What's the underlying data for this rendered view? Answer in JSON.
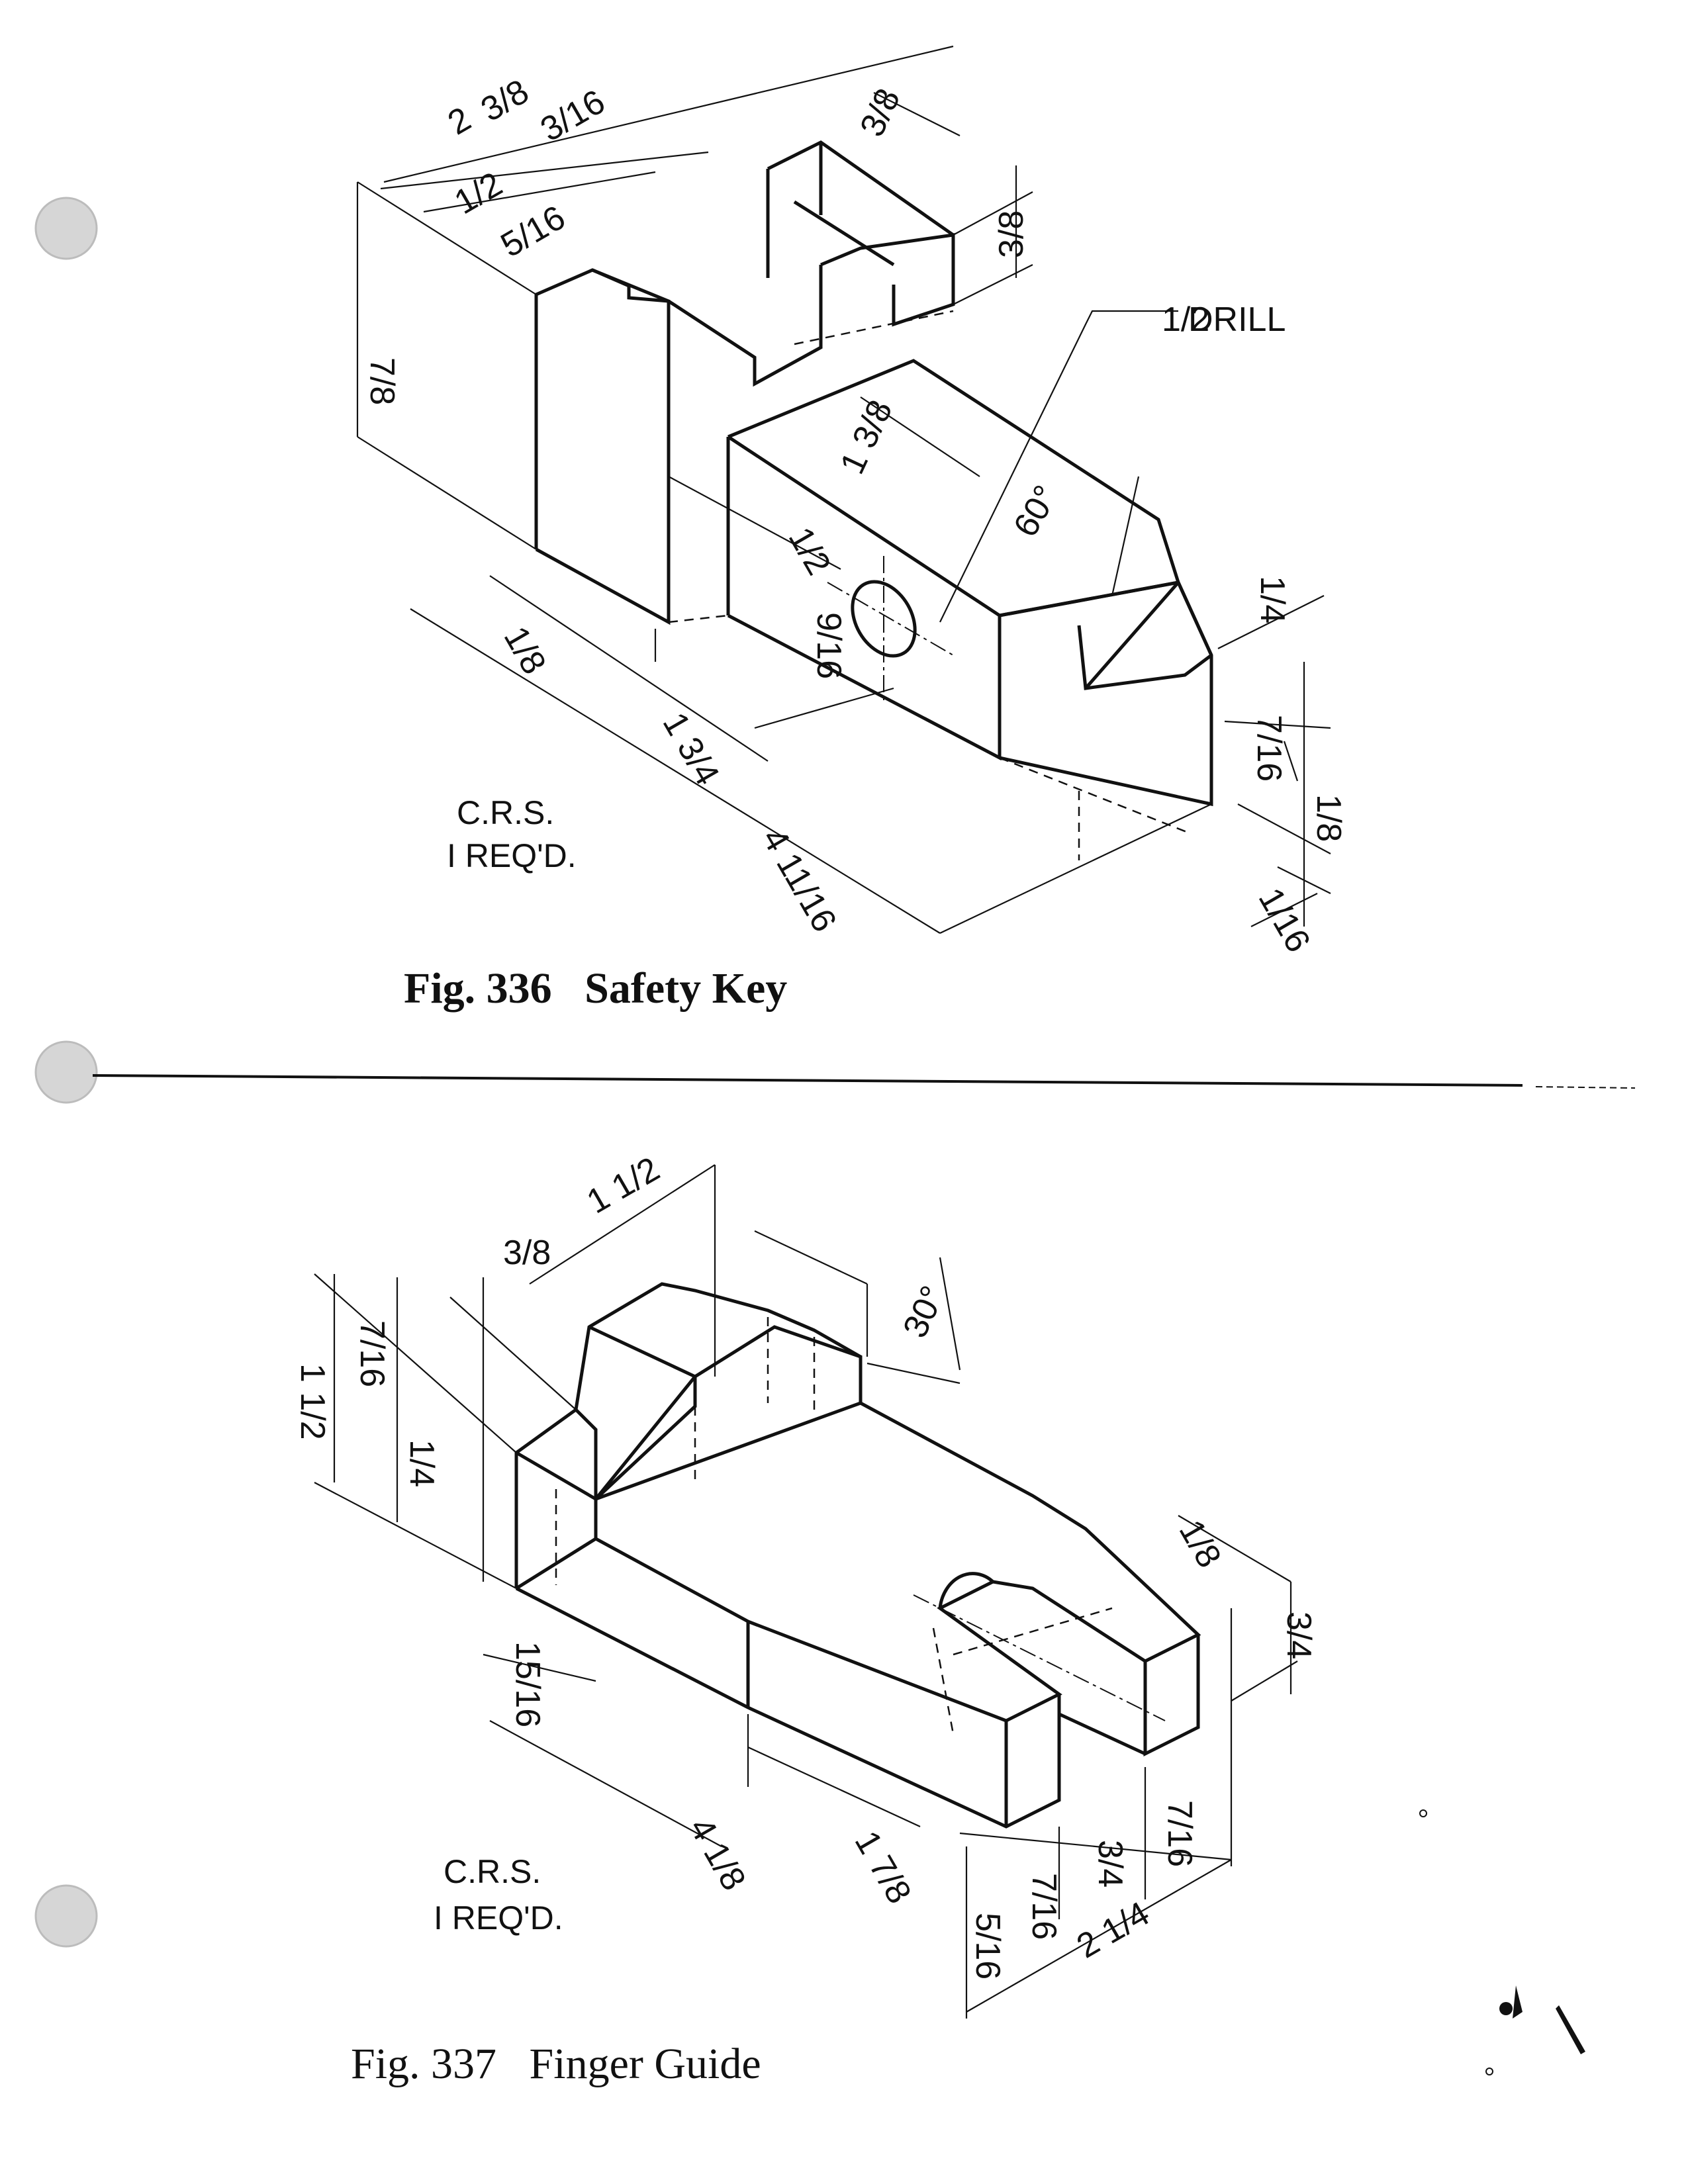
{
  "figures": [
    {
      "caption": "Fig. 336   Safety Key",
      "note_line1": "C.R.S.",
      "note_line2": "I REQ'D.",
      "drill_callout": "DRILL",
      "dims": {
        "d1": "2",
        "d2": "3/8",
        "d3": "3/16",
        "d4": "3/8",
        "d5": "1/2",
        "d6": "5/16",
        "d7": "3/8",
        "d8": "7/8",
        "d9": "1 3/8",
        "d10": "1/2",
        "d11": "9/16",
        "d12": "60°",
        "d13": "1/8",
        "d14": "1 3/4",
        "d15": "1/4",
        "d16": "7/16",
        "d17": "1/8",
        "d18": "1/16",
        "d19": "4 11/16",
        "d20": "1/2"
      }
    },
    {
      "caption": "Fig. 337   Finger Guide",
      "note_line1": "C.R.S.",
      "note_line2": "I REQ'D.",
      "dims": {
        "e1": "1 1/2",
        "e2": "3/8",
        "e3": "30°",
        "e4": "7/16",
        "e5": "1 1/2",
        "e6": "1/4",
        "e7": "15/16",
        "e8": "1/8",
        "e9": "3/4",
        "e10": "4 1/8",
        "e11": "1 7/8",
        "e12": "5/16",
        "e13": "7/16",
        "e14": "3/4",
        "e15": "7/16",
        "e16": "2 1/4"
      }
    }
  ]
}
